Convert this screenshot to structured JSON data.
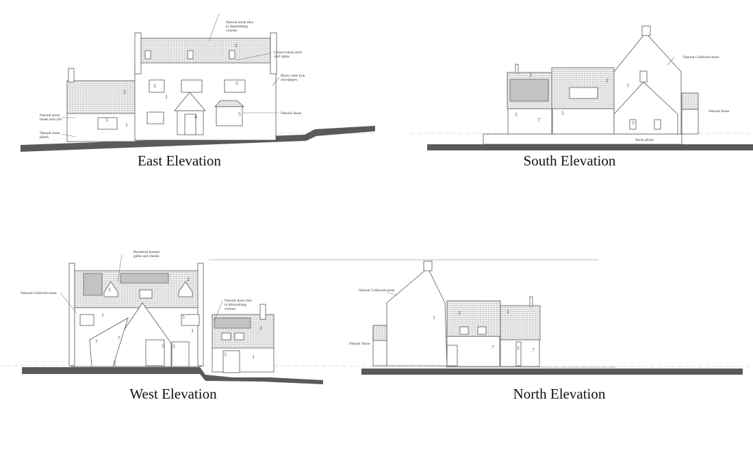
{
  "drawings": {
    "east": {
      "title": "East Elevation",
      "notes": [
        "Natural stone tiles",
        "in diminishing",
        "courses",
        "Conservation style",
        "roof lights",
        "Black caste iron",
        "downpipes",
        "Natural Stone",
        "Natural stone",
        "heads and cills",
        "Natural stone",
        "plinth"
      ],
      "markers": [
        "2",
        "2",
        "1",
        "1",
        "4",
        "5",
        "5",
        "5",
        "5"
      ]
    },
    "south": {
      "title": "South Elevation",
      "notes": [
        "Natural Coldwold stone",
        "Natural Stone",
        "Stone plinth"
      ],
      "markers": [
        "2",
        "2",
        "1",
        "5",
        "7",
        "5",
        "5"
      ]
    },
    "west": {
      "title": "West Elevation",
      "notes": [
        "Rendered dormer",
        "gable and cheeks",
        "Natural Coldwold stone",
        "Natural stone tiles",
        "in diminishing",
        "courses"
      ],
      "markers": [
        "2",
        "1",
        "1",
        "7",
        "7",
        "5",
        "5",
        "5",
        "5",
        "2",
        "1",
        "5"
      ]
    },
    "north": {
      "title": "North Elevation",
      "notes": [
        "Natural Coldwold stone",
        "Natural Stone"
      ],
      "markers": [
        "1",
        "2",
        "2",
        "7",
        "5",
        "7"
      ]
    }
  },
  "colors": {
    "ground": "#5a5a5a",
    "line": "#555555"
  }
}
